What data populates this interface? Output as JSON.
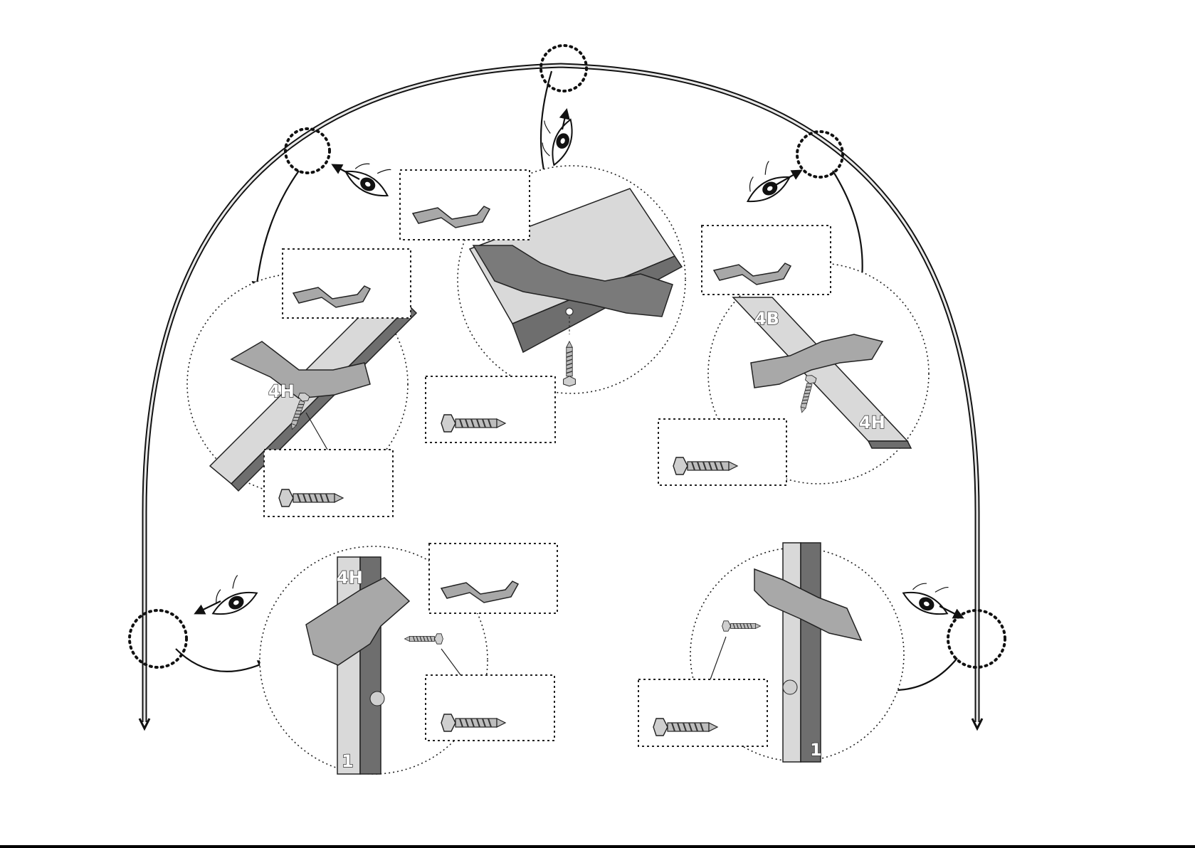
{
  "diagram": {
    "part_labels": {
      "top_left_label": "4H",
      "top_right_label_a": "4B",
      "top_right_label_b": "4H",
      "bottom_left_label_top": "4H",
      "bottom_left_label_bottom": "1",
      "bottom_right_label_bottom": "1"
    },
    "colors": {
      "line": "#111111",
      "metal_light": "#d9d9d9",
      "metal_mid": "#a8a8a8",
      "metal_dark": "#6e6e6e",
      "background": "#ffffff"
    },
    "icons": [
      "eye-icon",
      "screw-icon",
      "bracket-icon",
      "arrow-icon"
    ]
  }
}
